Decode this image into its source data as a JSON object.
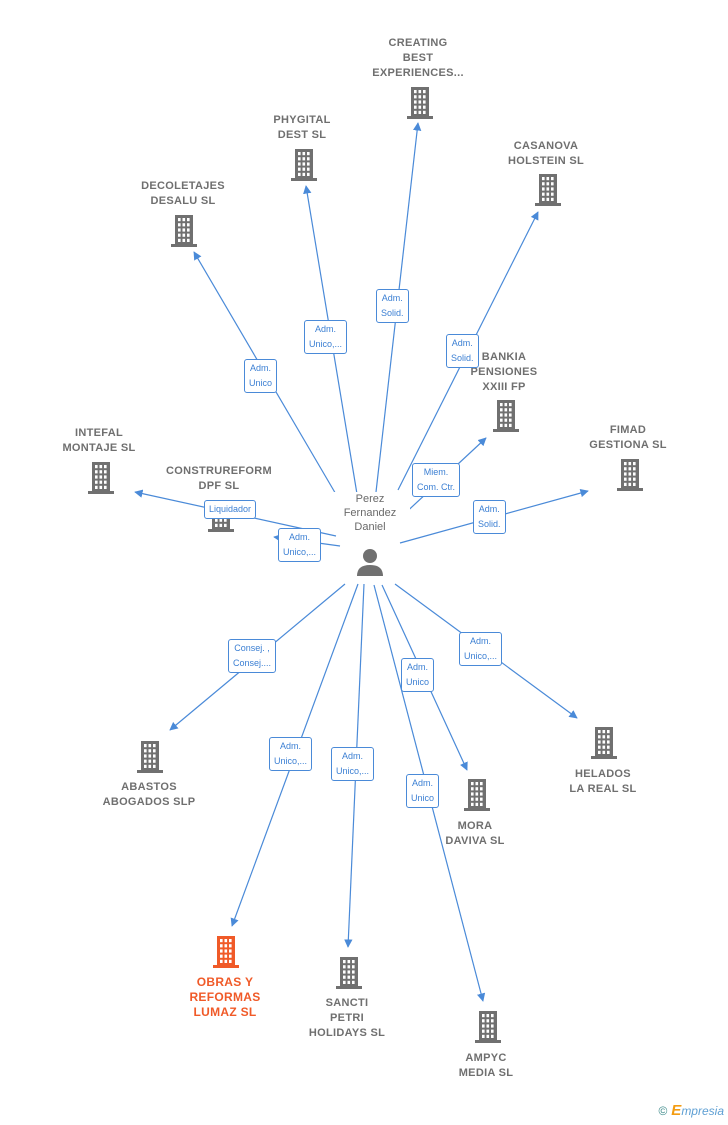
{
  "center": {
    "label": "Perez\nFernandez\nDaniel",
    "icon": "person-icon"
  },
  "colors": {
    "edge": "#4a8ad8",
    "building": "#707070",
    "focus": "#f05a28"
  },
  "nodes": [
    {
      "id": "creating",
      "label": "CREATING\nBEST\nEXPERIENCES..."
    },
    {
      "id": "phygital",
      "label": "PHYGITAL\nDEST  SL"
    },
    {
      "id": "casanova",
      "label": "CASANOVA\nHOLSTEIN  SL"
    },
    {
      "id": "decoletajes",
      "label": "DECOLETAJES\nDESALU SL"
    },
    {
      "id": "bankia",
      "label": "BANKIA\nPENSIONES\nXXIII FP"
    },
    {
      "id": "intefal",
      "label": "INTEFAL\nMONTAJE SL"
    },
    {
      "id": "fimad",
      "label": "FIMAD\nGESTIONA  SL"
    },
    {
      "id": "construreform",
      "label": "CONSTRUREFORM\nDPF  SL"
    },
    {
      "id": "abastos",
      "label": "ABASTOS\nABOGADOS SLP"
    },
    {
      "id": "helados",
      "label": "HELADOS\nLA REAL  SL"
    },
    {
      "id": "mora",
      "label": "MORA\nDAVIVA SL"
    },
    {
      "id": "obras",
      "label": "OBRAS Y\nREFORMAS\nLUMAZ  SL",
      "focus": true
    },
    {
      "id": "sancti",
      "label": "SANCTI\nPETRI\nHOLIDAYS  SL"
    },
    {
      "id": "ampyc",
      "label": "AMPYC\nMEDIA  SL"
    }
  ],
  "edges": [
    {
      "to": "creating",
      "label": "Adm.\nSolid."
    },
    {
      "to": "phygital",
      "label": "Adm.\nUnico,..."
    },
    {
      "to": "casanova",
      "label": "Adm.\nSolid."
    },
    {
      "to": "decoletajes",
      "label": "Adm.\nUnico"
    },
    {
      "to": "bankia",
      "label": "Miem.\nCom. Ctr."
    },
    {
      "to": "intefal",
      "label": "Liquidador"
    },
    {
      "to": "fimad",
      "label": "Adm.\nSolid."
    },
    {
      "to": "construreform",
      "label": "Adm.\nUnico,..."
    },
    {
      "to": "abastos",
      "label": "Consej. ,\nConsej...."
    },
    {
      "to": "helados",
      "label": "Adm.\nUnico,..."
    },
    {
      "to": "mora",
      "label": "Adm.\nUnico"
    },
    {
      "to": "obras",
      "label": "Adm.\nUnico,..."
    },
    {
      "to": "sancti",
      "label": "Adm.\nUnico,..."
    },
    {
      "to": "ampyc",
      "label": "Adm.\nUnico"
    }
  ],
  "footer": {
    "copyright": "©",
    "brand_initial": "E",
    "brand_rest": "mpresia"
  }
}
